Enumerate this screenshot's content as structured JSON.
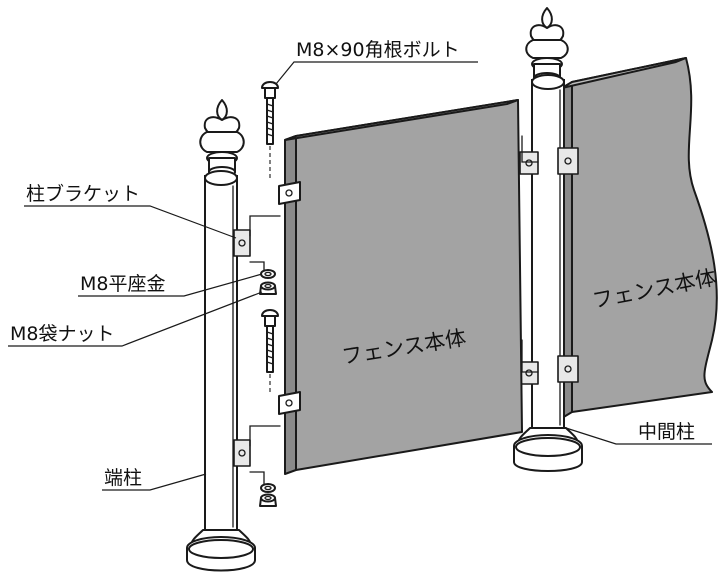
{
  "labels": {
    "bolt": "M8×90角根ボルト",
    "post_bracket": "柱ブラケット",
    "flat_washer": "M8平座金",
    "cap_nut": "M8袋ナット",
    "end_post": "端柱",
    "middle_post": "中間柱",
    "fence_body_front": "フェンス本体",
    "fence_body_back": "フェンス本体"
  },
  "colors": {
    "panel_gray": "#a3a3a3",
    "outline": "#1a1a1a",
    "background": "#ffffff"
  }
}
